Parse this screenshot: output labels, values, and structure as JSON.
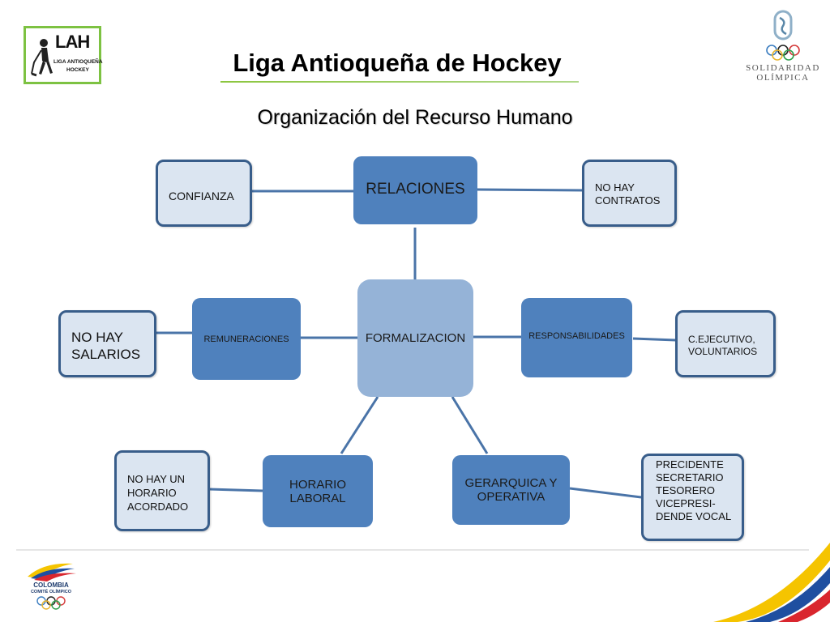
{
  "header": {
    "title": "Liga Antioqueña de Hockey",
    "subtitle": "Organización del Recurso Humano"
  },
  "logo_left": {
    "abbr": "LAH",
    "line1": "LIGA ANTIOQUEÑA",
    "line2": "HOCKEY",
    "border_color": "#7dc242"
  },
  "logo_right": {
    "line1": "SOLIDARIDAD",
    "line2": "OLÍMPICA"
  },
  "logo_footer": {
    "line1": "COLOMBIA",
    "line2": "COMITÉ OLÍMPICO"
  },
  "diagram": {
    "center": "FORMALIZACION",
    "nodes": {
      "relaciones": "RELACIONES",
      "remuneraciones": "REMUNERACIONES",
      "responsabilidades": "RESPONSABILIDADES",
      "horario": "HORARIO LABORAL",
      "gerarquica": "GERARQUICA Y OPERATIVA"
    },
    "notes": {
      "confianza": "CONFIANZA",
      "no_contratos": "NO HAY CONTRATOS",
      "no_salarios": "NO HAY SALARIOS",
      "ejecutivo": "C.EJECUTIVO, VOLUNTARIOS",
      "no_horario": "NO HAY UN HORARIO ACORDADO",
      "cargos": "PRECIDENTE SECRETARIO TESORERO VICEPRESI-DENDE VOCAL"
    }
  },
  "colors": {
    "dark_node": "#4f81bd",
    "center_node": "#95b3d7",
    "note_fill": "#dbe5f1",
    "note_border": "#385d8a",
    "connector": "#4a74a8"
  }
}
